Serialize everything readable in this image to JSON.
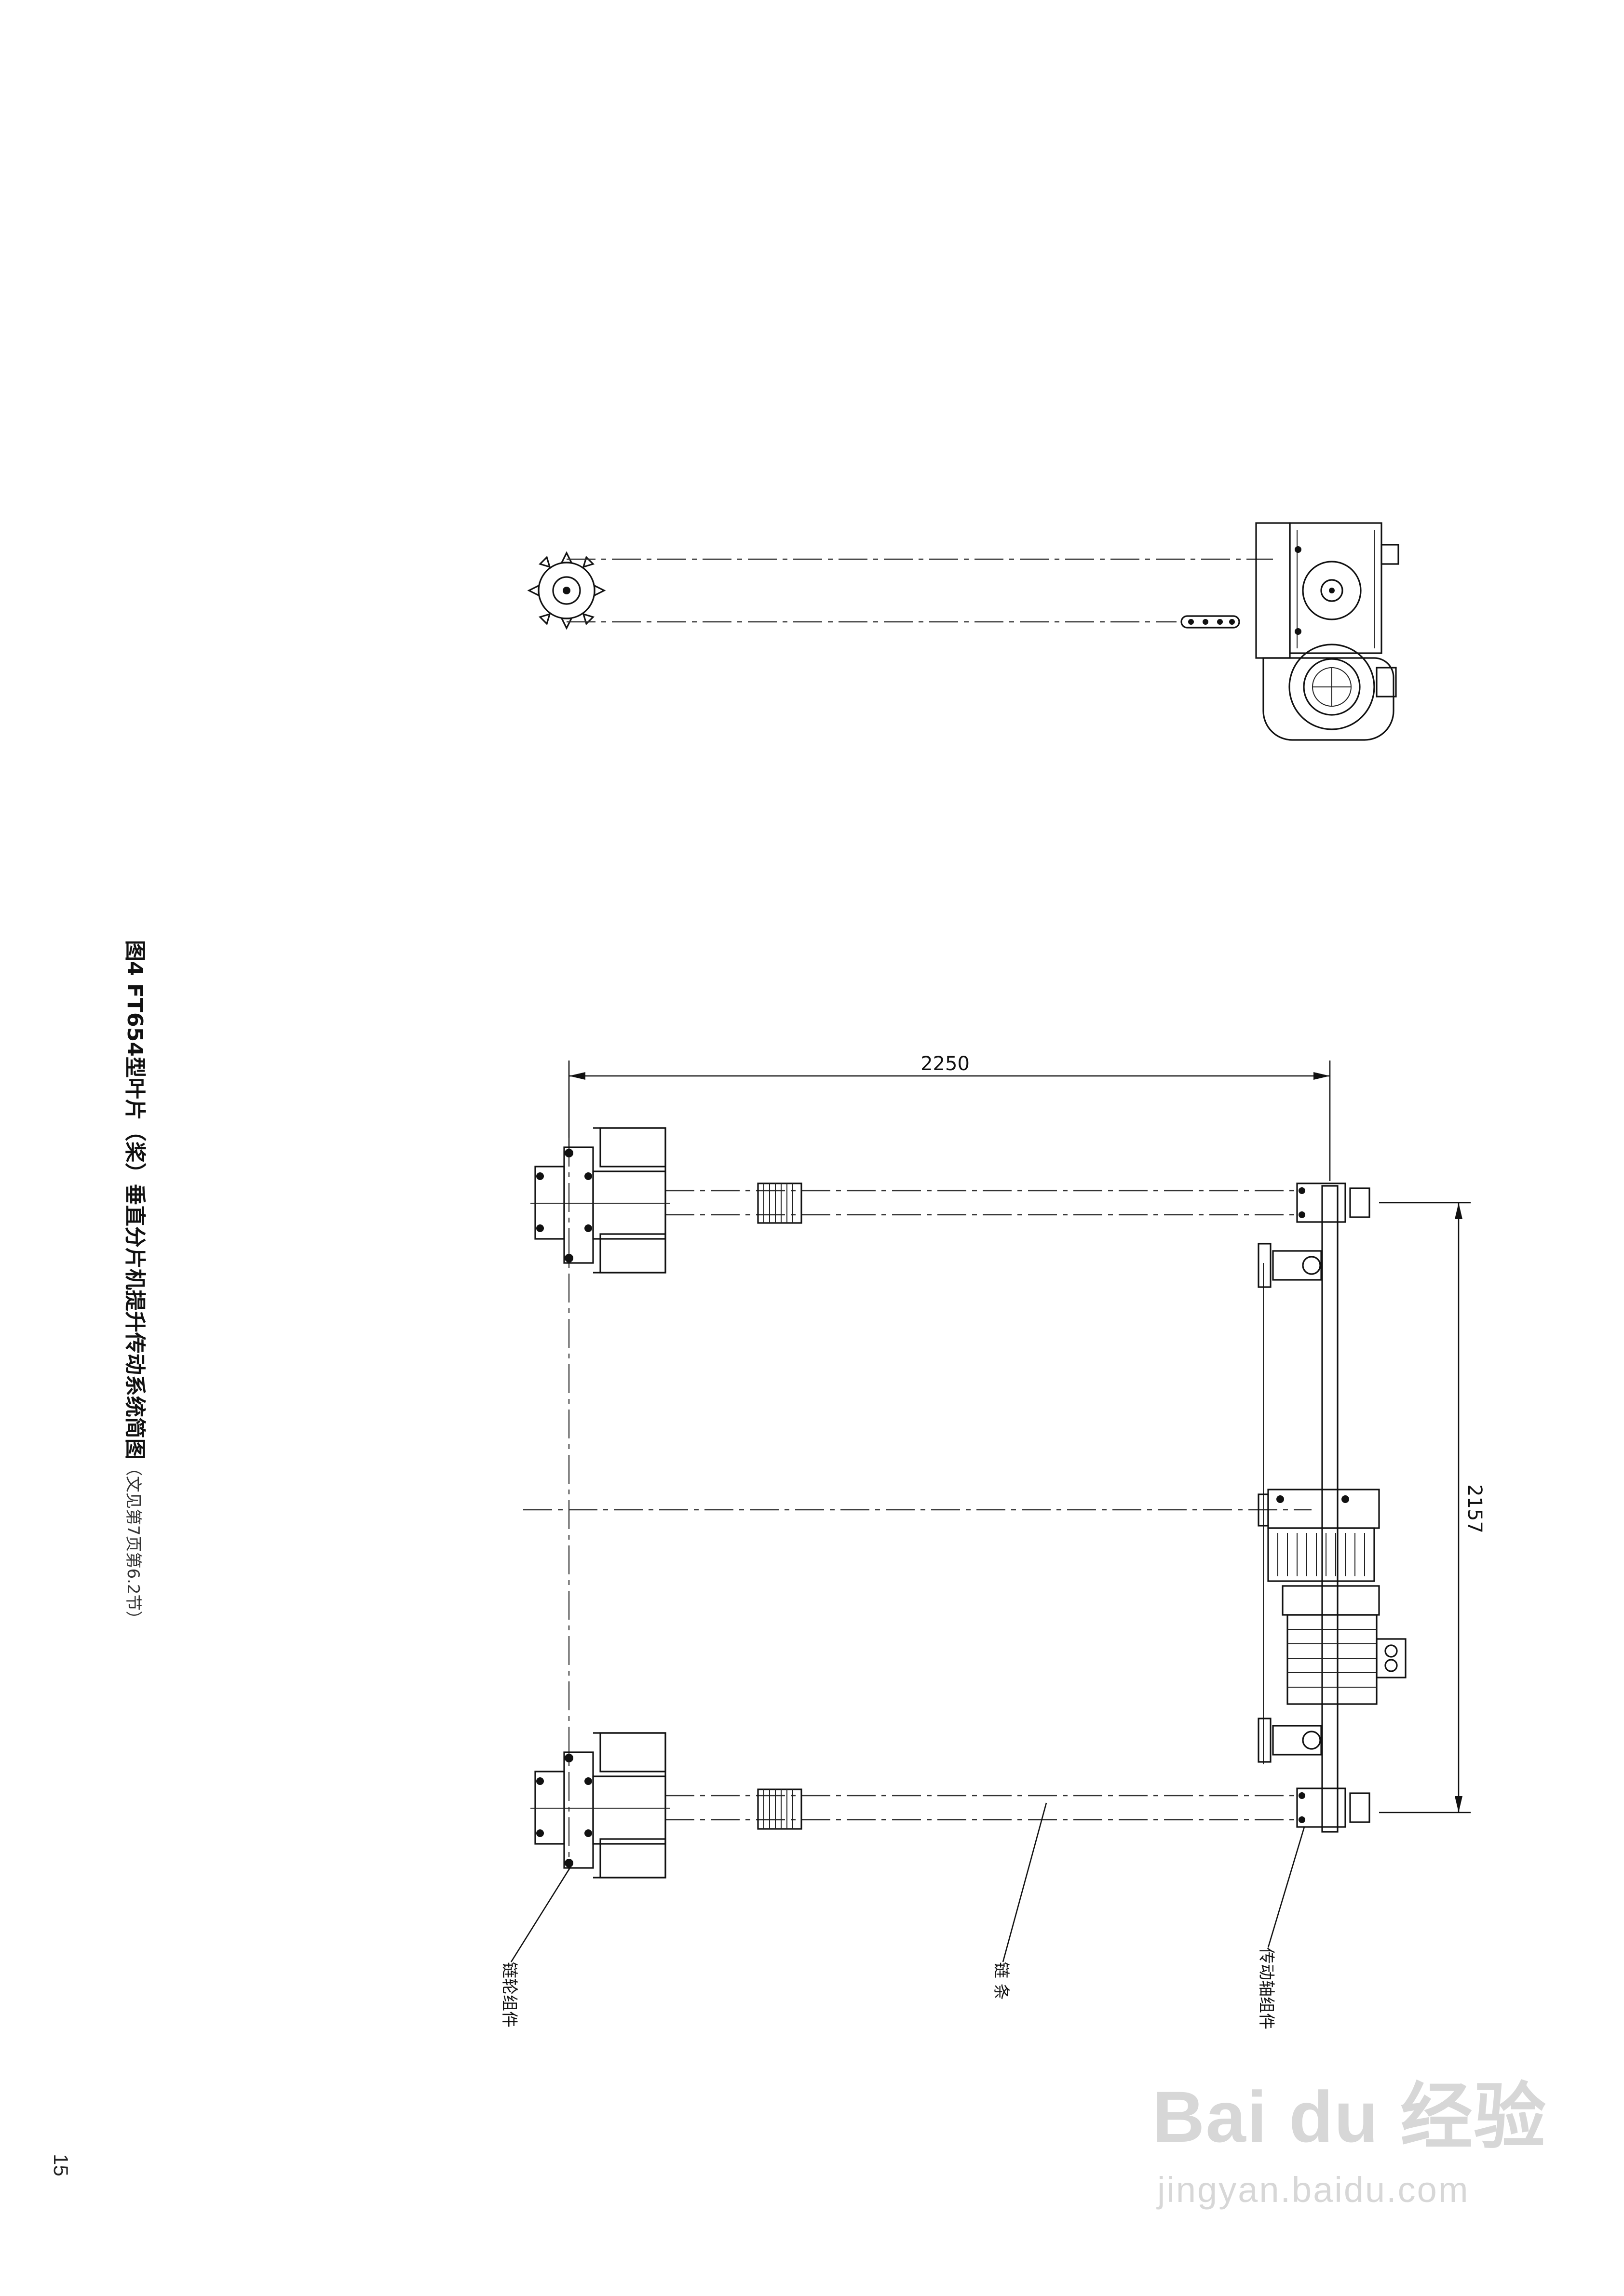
{
  "figure": {
    "caption_main": "图4 FT654型叶片（桨）垂直分片机提升传动系统简图",
    "caption_sub": "（文见第7页第6.2节）",
    "page_number": "15"
  },
  "dimensions": {
    "width_label": "2250",
    "height_label": "2157"
  },
  "callouts": {
    "sprocket_assembly": "链轮组件",
    "chain": "链 条",
    "drive_shaft_assembly": "传动轴组件"
  },
  "watermark": {
    "brand": "Bai du 经验",
    "url": "jingyan.baidu.com"
  },
  "colors": {
    "line": "#111111",
    "watermark": "#d7d7d7"
  }
}
